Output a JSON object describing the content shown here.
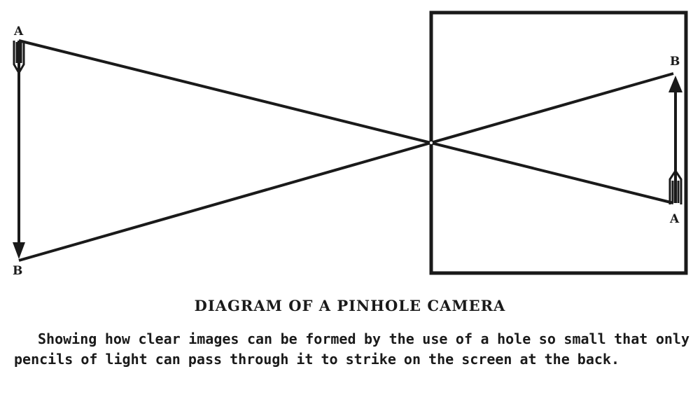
{
  "diagram": {
    "object_top_label": "A",
    "object_bottom_label": "B",
    "image_top_label": "B",
    "image_bottom_label": "A"
  },
  "caption": {
    "title": "DIAGRAM OF A PINHOLE CAMERA",
    "body": "Showing how clear images can be formed by the use of a hole so small that only pencils of light can pass through it to strike on the screen at the back."
  },
  "colors": {
    "ink": "#1a1a1a",
    "paper": "#ffffff"
  }
}
